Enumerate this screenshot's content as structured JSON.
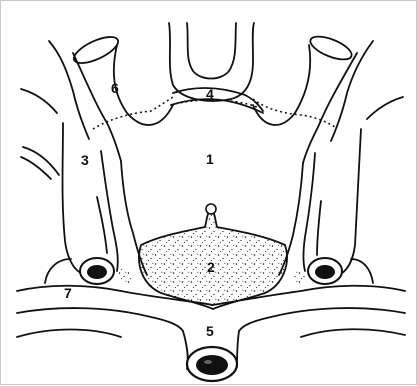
{
  "labels": {
    "one": "1",
    "two": "2",
    "three": "3",
    "four": "4",
    "five": "5",
    "six": "6",
    "seven": "7"
  }
}
